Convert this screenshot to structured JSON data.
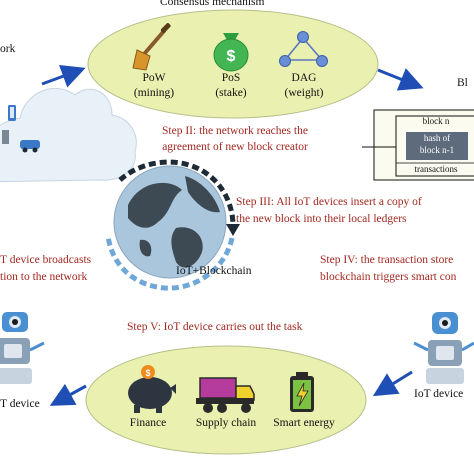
{
  "top": {
    "title": "Consensus mechanism",
    "cloud_label_fragment": "ork",
    "blockchain_fragment": "Bl",
    "items": [
      {
        "label": "PoW",
        "sub": "(mining)",
        "icon": "shovel-icon"
      },
      {
        "label": "PoS",
        "sub": "(stake)",
        "icon": "money-bag-icon"
      },
      {
        "label": "DAG",
        "sub": "(weight)",
        "icon": "dag-graph-icon"
      }
    ]
  },
  "block": {
    "name": "block n",
    "hash_line1": "hash of",
    "hash_line2": "block n-1",
    "transactions": "transactions"
  },
  "center": {
    "label": "IoT+Blockchain",
    "icon": "globe-icon"
  },
  "steps": {
    "step1_line1": "T device broadcasts",
    "step1_line2": "tion to the network",
    "step2_line1": "Step II: the network reaches the",
    "step2_line2": "agreement of new block creator",
    "step3_line1": "Step III: All IoT devices insert a copy of",
    "step3_line2": "the new block into their local ledgers",
    "step4_line1": "Step IV: the transaction store",
    "step4_line2": "blockchain triggers smart con",
    "step5": "Step V: IoT device carries out the task"
  },
  "bottom": {
    "left_device_label": "T device",
    "right_device_label": "IoT device",
    "items": [
      {
        "label": "Finance",
        "icon": "piggy-bank-icon"
      },
      {
        "label": "Supply chain",
        "icon": "truck-icon"
      },
      {
        "label": "Smart energy",
        "icon": "battery-icon"
      }
    ]
  },
  "colors": {
    "ellipse_fill": "#eaf0b0",
    "ellipse_stroke": "#b7bf88",
    "arrow_blue": "#1f4fb5",
    "step_red": "#a3271f",
    "cloud": "#e8f0f8",
    "robot_blue": "#4a8fd1"
  }
}
